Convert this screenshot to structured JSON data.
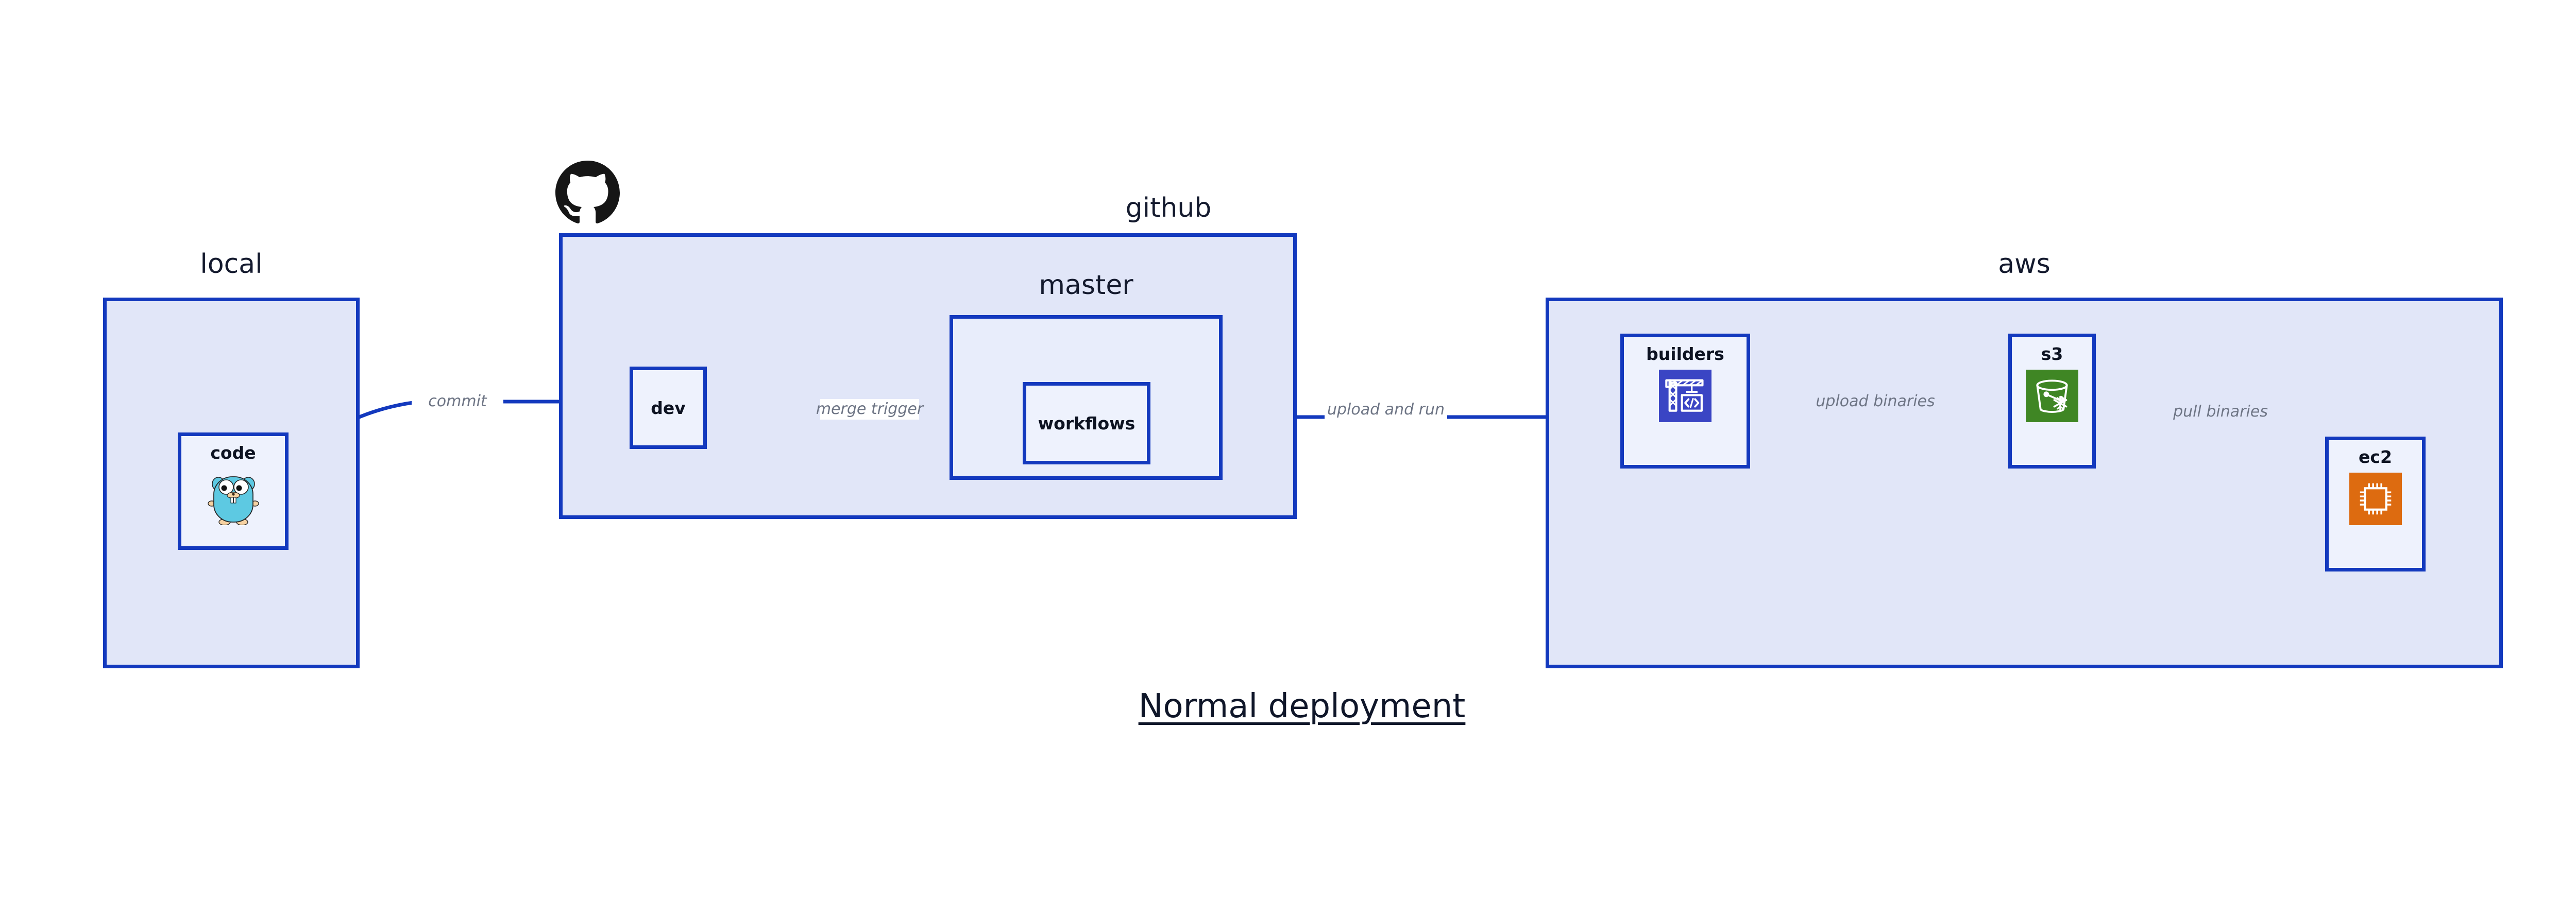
{
  "diagram": {
    "title": "Normal deployment",
    "background": "#ffffff",
    "accent_border": "#1339BE",
    "group_fill": "#E1E6F8",
    "node_fill": "#EEF2FD",
    "edge_color": "#1339BE",
    "edge_label_color": "#6e7585",
    "title_color": "#0f1629"
  },
  "groups": [
    {
      "id": "local",
      "label": "local",
      "nodes": [
        {
          "id": "code",
          "label": "code",
          "icon": "go-gopher-icon"
        }
      ]
    },
    {
      "id": "github",
      "label": "github",
      "icon": "github-octocat-icon",
      "nodes": [
        {
          "id": "dev",
          "label": "dev",
          "icon": "none"
        }
      ],
      "subgroups": [
        {
          "id": "master",
          "label": "master",
          "nodes": [
            {
              "id": "workflows",
              "label": "workflows",
              "icon": "none"
            }
          ]
        }
      ]
    },
    {
      "id": "aws",
      "label": "aws",
      "nodes": [
        {
          "id": "builders",
          "label": "builders",
          "icon": "aws-codebuild-icon",
          "icon_color": "#3A45C4"
        },
        {
          "id": "s3",
          "label": "s3",
          "icon": "aws-s3-glacier-bucket-icon",
          "icon_color": "#3F8624"
        },
        {
          "id": "ec2",
          "label": "ec2",
          "icon": "aws-ec2-chip-icon",
          "icon_color": "#DD6B10"
        }
      ]
    }
  ],
  "edges": [
    {
      "id": "code-to-dev",
      "label": "commit",
      "from": "code",
      "to": "dev"
    },
    {
      "id": "dev-to-workflows",
      "label": "merge trigger",
      "from": "dev",
      "to": "workflows"
    },
    {
      "id": "workflows-to-builders",
      "label": "upload and run",
      "from": "workflows",
      "to": "builders"
    },
    {
      "id": "builders-to-s3",
      "label": "upload binaries",
      "from": "builders",
      "to": "s3"
    },
    {
      "id": "s3-to-ec2",
      "label": "pull binaries",
      "from": "s3",
      "to": "ec2"
    }
  ]
}
